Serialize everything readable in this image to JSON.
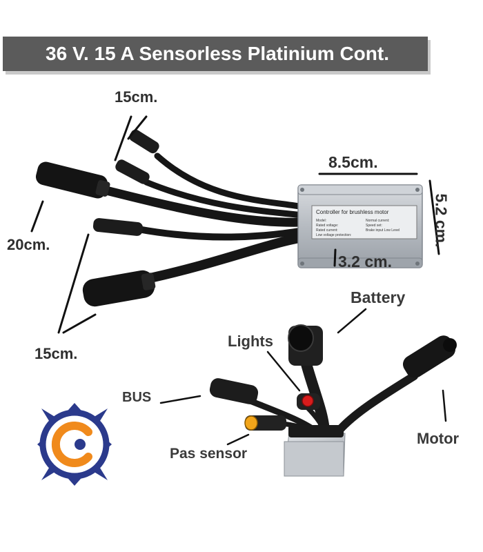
{
  "title": "36 V. 15 A Sensorless Platinium Cont.",
  "dimensions": {
    "top_cables": "15cm.",
    "left_cable": "20cm.",
    "bottom_cables": "15cm.",
    "length": "8.5cm.",
    "height": "5.2 cm.",
    "depth": "3.2 cm."
  },
  "controller_label": {
    "heading": "Controller for brushless motor",
    "row1_left": "Model:",
    "row1_right": "Normal current:",
    "row2_left": "Rated voltage:",
    "row2_right": "Speed set:",
    "row3_left": "Rated current:",
    "row3_right": "Brake input Low Level",
    "row4_left": "Low voltage protection:"
  },
  "connectors": {
    "battery": "Battery",
    "lights": "Lights",
    "bus": "BUS",
    "pas": "Pas sensor",
    "motor": "Motor"
  },
  "colors": {
    "banner": "#5b5b5b",
    "logo_navy": "#2b3a8c",
    "logo_orange": "#f08a1c",
    "lights_connector": "#d81c1c",
    "pas_connector": "#f2a51a"
  },
  "icons": {
    "logo": "brand-compass-logo"
  }
}
